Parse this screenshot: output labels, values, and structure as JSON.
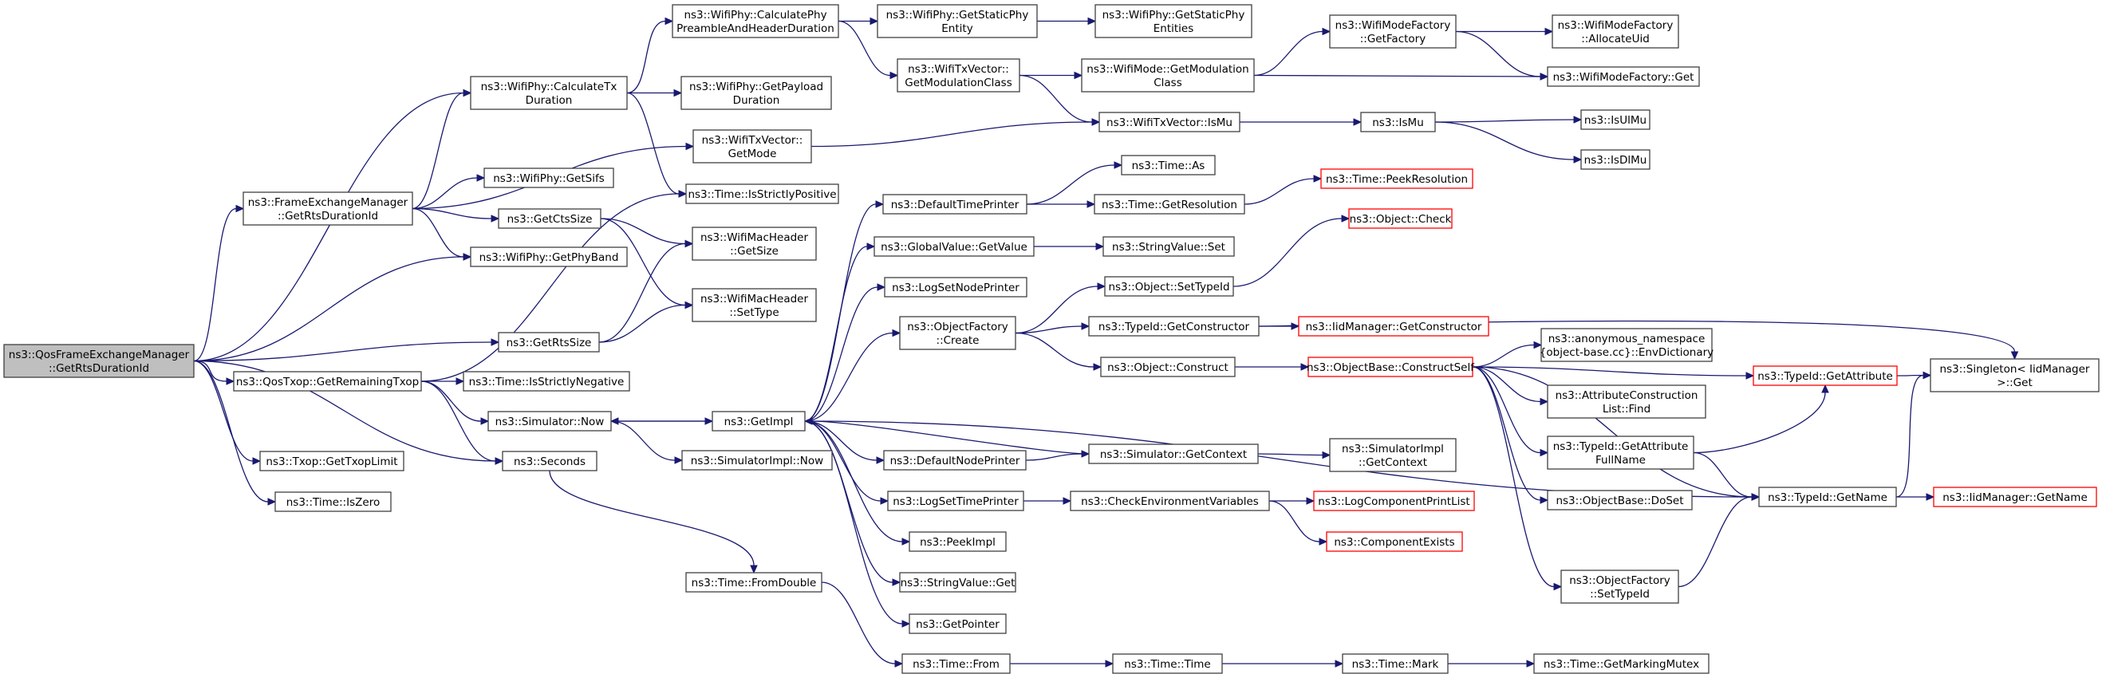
{
  "graph": {
    "colors": {
      "edge": "#191970",
      "node_border": "#404040",
      "root_fill": "#bfbfbf",
      "red_border": "#ff0000"
    },
    "nodes": {
      "root": {
        "lines": [
          "ns3::QosFrameExchangeManager",
          "::GetRtsDurationId"
        ],
        "style": "root"
      },
      "fem_getRts": {
        "lines": [
          "ns3::FrameExchangeManager",
          "::GetRtsDurationId"
        ]
      },
      "calcTx": {
        "lines": [
          "ns3::WifiPhy::CalculateTx",
          "Duration"
        ]
      },
      "calcPhy": {
        "lines": [
          "ns3::WifiPhy::CalculatePhy",
          "PreambleAndHeaderDuration"
        ]
      },
      "getStaticPhy": {
        "lines": [
          "ns3::WifiPhy::GetStaticPhy",
          "Entity"
        ]
      },
      "staticPhyEntities": {
        "lines": [
          "ns3::WifiPhy::GetStaticPhy",
          "Entities"
        ]
      },
      "txvGetModClass": {
        "lines": [
          "ns3::WifiTxVector::",
          "GetModulationClass"
        ]
      },
      "wmGetModClass": {
        "lines": [
          "ns3::WifiMode::GetModulation",
          "Class"
        ]
      },
      "wmfGetFactory": {
        "lines": [
          "ns3::WifiModeFactory",
          "::GetFactory"
        ]
      },
      "wmfAllocUid": {
        "lines": [
          "ns3::WifiModeFactory",
          "::AllocateUid"
        ]
      },
      "wmfGet": {
        "lines": [
          "ns3::WifiModeFactory::Get"
        ]
      },
      "payloadDur": {
        "lines": [
          "ns3::WifiPhy::GetPayload",
          "Duration"
        ]
      },
      "txvGetMode": {
        "lines": [
          "ns3::WifiTxVector::",
          "GetMode"
        ]
      },
      "txvIsMu": {
        "lines": [
          "ns3::WifiTxVector::IsMu"
        ]
      },
      "isMu": {
        "lines": [
          "ns3::IsMu"
        ]
      },
      "isUlMu": {
        "lines": [
          "ns3::IsUlMu"
        ]
      },
      "isDlMu": {
        "lines": [
          "ns3::IsDlMu"
        ]
      },
      "getSifs": {
        "lines": [
          "ns3::WifiPhy::GetSifs"
        ]
      },
      "getCtsSize": {
        "lines": [
          "ns3::GetCtsSize"
        ]
      },
      "isStrictPos": {
        "lines": [
          "ns3::Time::IsStrictlyPositive"
        ]
      },
      "getPhyBand": {
        "lines": [
          "ns3::WifiPhy::GetPhyBand"
        ]
      },
      "macGetSize": {
        "lines": [
          "ns3::WifiMacHeader",
          "::GetSize"
        ]
      },
      "macSetType": {
        "lines": [
          "ns3::WifiMacHeader",
          "::SetType"
        ]
      },
      "getRtsSize": {
        "lines": [
          "ns3::GetRtsSize"
        ]
      },
      "remTxop": {
        "lines": [
          "ns3::QosTxop::GetRemainingTxop"
        ]
      },
      "isStrictNeg": {
        "lines": [
          "ns3::Time::IsStrictlyNegative"
        ]
      },
      "simNow": {
        "lines": [
          "ns3::Simulator::Now"
        ]
      },
      "seconds": {
        "lines": [
          "ns3::Seconds"
        ]
      },
      "getTxopLimit": {
        "lines": [
          "ns3::Txop::GetTxopLimit"
        ]
      },
      "isZero": {
        "lines": [
          "ns3::Time::IsZero"
        ]
      },
      "defTimePrinter": {
        "lines": [
          "ns3::DefaultTimePrinter"
        ]
      },
      "timeAs": {
        "lines": [
          "ns3::Time::As"
        ]
      },
      "timeGetRes": {
        "lines": [
          "ns3::Time::GetResolution"
        ]
      },
      "timePeekRes": {
        "lines": [
          "ns3::Time::PeekResolution"
        ],
        "style": "red"
      },
      "gvGetValue": {
        "lines": [
          "ns3::GlobalValue::GetValue"
        ]
      },
      "svSet": {
        "lines": [
          "ns3::StringValue::Set"
        ]
      },
      "logSetNode": {
        "lines": [
          "ns3::LogSetNodePrinter"
        ]
      },
      "objCheck": {
        "lines": [
          "ns3::Object::Check"
        ],
        "style": "red"
      },
      "objSetTypeId": {
        "lines": [
          "ns3::Object::SetTypeId"
        ]
      },
      "ofCreate": {
        "lines": [
          "ns3::ObjectFactory",
          "::Create"
        ]
      },
      "tidGetCtor": {
        "lines": [
          "ns3::TypeId::GetConstructor"
        ]
      },
      "iidGetCtor": {
        "lines": [
          "ns3::IidManager::GetConstructor"
        ],
        "style": "red"
      },
      "objConstruct": {
        "lines": [
          "ns3::Object::Construct"
        ]
      },
      "obConstructSelf": {
        "lines": [
          "ns3::ObjectBase::ConstructSelf"
        ],
        "style": "red"
      },
      "envDict": {
        "lines": [
          "ns3::anonymous_namespace",
          "{object-base.cc}::EnvDictionary"
        ]
      },
      "acListFind": {
        "lines": [
          "ns3::AttributeConstruction",
          "List::Find"
        ]
      },
      "tidGetAttr": {
        "lines": [
          "ns3::TypeId::GetAttribute"
        ],
        "style": "red"
      },
      "singletonGet": {
        "lines": [
          "ns3::Singleton< IidManager",
          ">::Get"
        ]
      },
      "tidGetAttrFull": {
        "lines": [
          "ns3::TypeId::GetAttribute",
          "FullName"
        ]
      },
      "obDoSet": {
        "lines": [
          "ns3::ObjectBase::DoSet"
        ]
      },
      "tidGetName": {
        "lines": [
          "ns3::TypeId::GetName"
        ]
      },
      "iidGetName": {
        "lines": [
          "ns3::IidManager::GetName"
        ],
        "style": "red"
      },
      "ofSetTypeId": {
        "lines": [
          "ns3::ObjectFactory",
          "::SetTypeId"
        ]
      },
      "getImpl": {
        "lines": [
          "ns3::GetImpl"
        ]
      },
      "simImplNow": {
        "lines": [
          "ns3::SimulatorImpl::Now"
        ]
      },
      "defNodePrinter": {
        "lines": [
          "ns3::DefaultNodePrinter"
        ]
      },
      "simGetContext": {
        "lines": [
          "ns3::Simulator::GetContext"
        ]
      },
      "simImplGetContext": {
        "lines": [
          "ns3::SimulatorImpl",
          "::GetContext"
        ]
      },
      "logSetTime": {
        "lines": [
          "ns3::LogSetTimePrinter"
        ]
      },
      "checkEnv": {
        "lines": [
          "ns3::CheckEnvironmentVariables"
        ]
      },
      "logCompPrint": {
        "lines": [
          "ns3::LogComponentPrintList"
        ],
        "style": "red"
      },
      "compExists": {
        "lines": [
          "ns3::ComponentExists"
        ],
        "style": "red"
      },
      "peekImpl": {
        "lines": [
          "ns3::PeekImpl"
        ]
      },
      "svGet": {
        "lines": [
          "ns3::StringValue::Get"
        ]
      },
      "getPointer": {
        "lines": [
          "ns3::GetPointer"
        ]
      },
      "fromDouble": {
        "lines": [
          "ns3::Time::FromDouble"
        ]
      },
      "timeFrom": {
        "lines": [
          "ns3::Time::From"
        ]
      },
      "timeTime": {
        "lines": [
          "ns3::Time::Time"
        ]
      },
      "timeMark": {
        "lines": [
          "ns3::Time::Mark"
        ]
      },
      "markMutex": {
        "lines": [
          "ns3::Time::GetMarkingMutex"
        ]
      }
    }
  }
}
